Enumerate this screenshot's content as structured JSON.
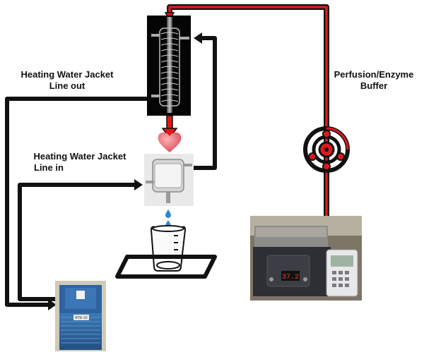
{
  "labels": {
    "jacket_out": [
      "Heating Water Jacket",
      "Line out"
    ],
    "jacket_in": [
      "Heating Water Jacket",
      "Line in"
    ],
    "buffer": [
      "Perfusion/Enzyme",
      "Buffer"
    ]
  },
  "devices": {
    "chiller_tag": "RTE-10",
    "bath_display": "37.2"
  },
  "colors": {
    "heating_line": "#111111",
    "perfusion_line": "#e0181d",
    "heart": "#e25b63",
    "drop": "#2a87d6"
  }
}
